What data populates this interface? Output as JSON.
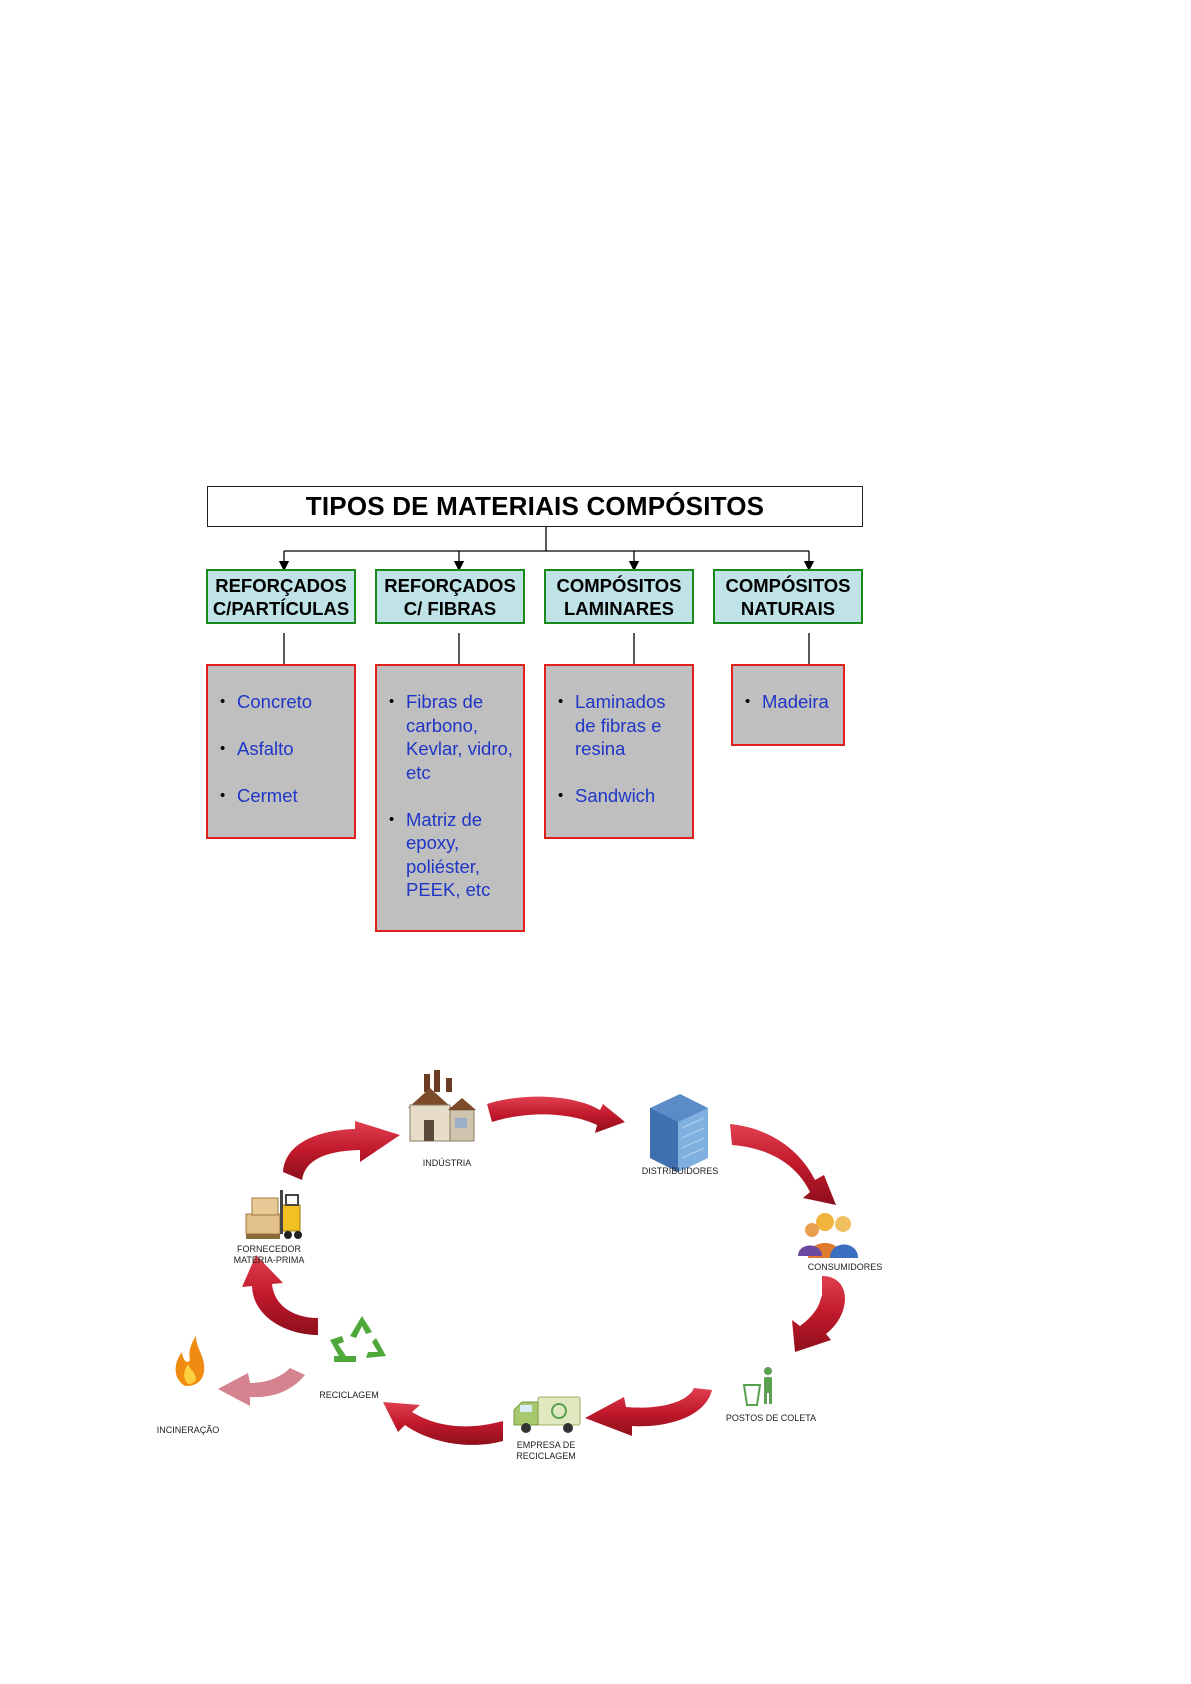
{
  "diagram": {
    "title": "TIPOS DE MATERIAIS COMPÓSITOS",
    "categories": [
      {
        "label": "REFORÇADOS\nC/PARTÍCULAS",
        "items": [
          "Concreto",
          "Asfalto",
          "Cermet"
        ]
      },
      {
        "label": "REFORÇADOS\nC/ FIBRAS",
        "items": [
          "Fibras de carbono, Kevlar, vidro, etc",
          "Matriz de epoxy, poliéster, PEEK, etc"
        ]
      },
      {
        "label": "COMPÓSITOS\nLAMINARES",
        "items": [
          "Laminados de fibras e resina",
          "Sandwich"
        ]
      },
      {
        "label": "COMPÓSITOS\nNATURAIS",
        "items": [
          "Madeira"
        ]
      }
    ]
  },
  "cycle": {
    "nodes": [
      {
        "label": "INDÚSTRIA",
        "icon": "factory-icon"
      },
      {
        "label": "DISTRIBUIDORES",
        "icon": "office-building-icon"
      },
      {
        "label": "CONSUMIDORES",
        "icon": "people-icon"
      },
      {
        "label": "POSTOS DE COLETA",
        "icon": "trash-bin-icon"
      },
      {
        "label": "EMPRESA DE\nRECICLAGEM",
        "icon": "recycling-truck-icon"
      },
      {
        "label": "RECICLAGEM",
        "icon": "recycle-icon"
      },
      {
        "label": "FORNECEDOR\nMATERIA-PRIMA",
        "icon": "forklift-icon"
      },
      {
        "label": "INCINERAÇÃO",
        "icon": "fire-icon"
      }
    ],
    "colors": {
      "arrow": "#c0192b",
      "arrow_faded": "#d4838f"
    }
  }
}
